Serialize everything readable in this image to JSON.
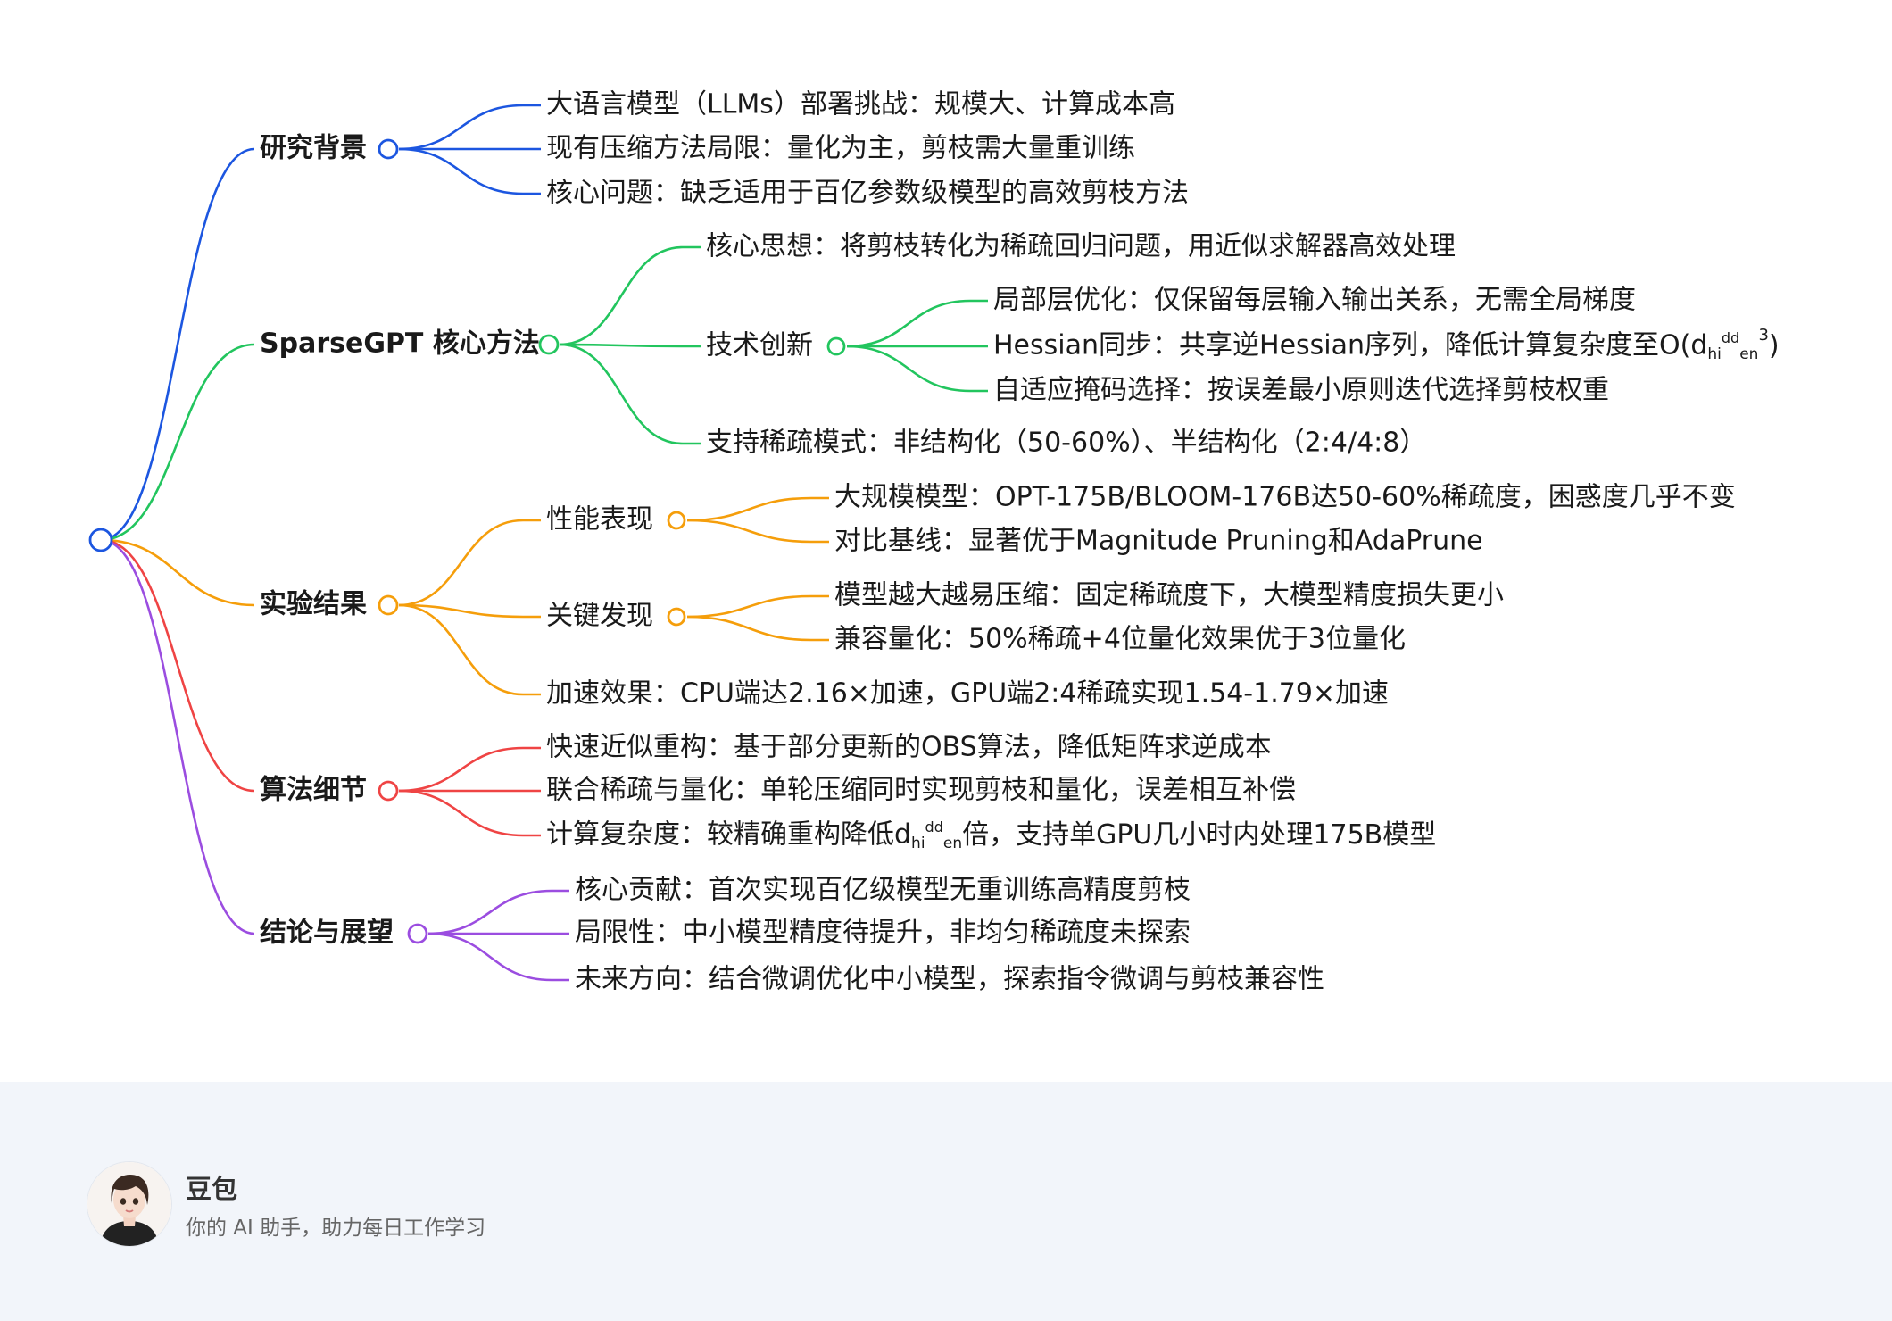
{
  "colors": {
    "blue": "#1c56e0",
    "green": "#22c55e",
    "orange": "#f59e0b",
    "red": "#ef4444",
    "purple": "#9b4de0"
  },
  "branches": [
    {
      "label": "研究背景",
      "children": [
        {
          "label": "大语言模型（LLMs）部署挑战：规模大、计算成本高"
        },
        {
          "label": "现有压缩方法局限：量化为主，剪枝需大量重训练"
        },
        {
          "label": "核心问题：缺乏适用于百亿参数级模型的高效剪枝方法"
        }
      ]
    },
    {
      "label": "SparseGPT 核心方法",
      "children": [
        {
          "label": "核心思想：将剪枝转化为稀疏回归问题，用近似求解器高效处理"
        },
        {
          "label": "技术创新",
          "children": [
            {
              "label": "局部层优化：仅保留每层输入输出关系，无需全局梯度"
            },
            {
              "label": "Hessian同步：共享逆Hessian序列，降低计算复杂度至O(d",
              "sub": "hi",
              "sup": "dd",
              "sub2": "en",
              "sup2": "3",
              "tail": ")"
            },
            {
              "label": "自适应掩码选择：按误差最小原则迭代选择剪枝权重"
            }
          ]
        },
        {
          "label": "支持稀疏模式：非结构化（50-60%）、半结构化（2:4/4:8）"
        }
      ]
    },
    {
      "label": "实验结果",
      "children": [
        {
          "label": "性能表现",
          "children": [
            {
              "label": "大规模模型：OPT-175B/BLOOM-176B达50-60%稀疏度，困惑度几乎不变"
            },
            {
              "label": "对比基线：显著优于Magnitude Pruning和AdaPrune"
            }
          ]
        },
        {
          "label": "关键发现",
          "children": [
            {
              "label": "模型越大越易压缩：固定稀疏度下，大模型精度损失更小"
            },
            {
              "label": "兼容量化：50%稀疏+4位量化效果优于3位量化"
            }
          ]
        },
        {
          "label": "加速效果：CPU端达2.16×加速，GPU端2:4稀疏实现1.54-1.79×加速"
        }
      ]
    },
    {
      "label": "算法细节",
      "children": [
        {
          "label": "快速近似重构：基于部分更新的OBS算法，降低矩阵求逆成本"
        },
        {
          "label": "联合稀疏与量化：单轮压缩同时实现剪枝和量化，误差相互补偿"
        },
        {
          "label": "计算复杂度：较精确重构降低d",
          "sub": "hi",
          "sup": "dd",
          "sub2": "en",
          "tail": "倍，支持单GPU几小时内处理175B模型"
        }
      ]
    },
    {
      "label": "结论与展望",
      "children": [
        {
          "label": "核心贡献：首次实现百亿级模型无重训练高精度剪枝"
        },
        {
          "label": "局限性：中小模型精度待提升，非均匀稀疏度未探索"
        },
        {
          "label": "未来方向：结合微调优化中小模型，探索指令微调与剪枝兼容性"
        }
      ]
    }
  ],
  "footer": {
    "brand": "豆包",
    "tagline": "你的 AI 助手，助力每日工作学习"
  }
}
